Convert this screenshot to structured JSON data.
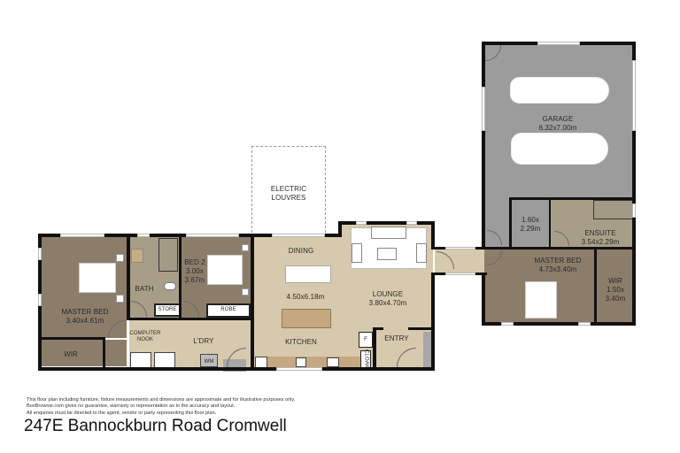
{
  "plan": {
    "address": "247E Bannockburn Road Cromwell",
    "disclaimer": [
      "This floor plan including furniture, fixture measurements and dimensions are approximate and for illustrative purposes only.",
      "BoxBrownie.com gives no guarantee, warranty or representation as to the accuracy and layout.",
      "All enquiries must be directed to the agent, vendor or party representing this floor plan."
    ],
    "colors": {
      "bedroom": "#8c7d6b",
      "wet_area": "#a89e88",
      "living": "#d7c9ad",
      "garage": "#9c9c9c",
      "walls": "#111111"
    }
  },
  "rooms": {
    "master_bed_west": {
      "name": "MASTER BED",
      "size": "3.40x4.61m"
    },
    "wir_west": {
      "name": "WIR"
    },
    "bath": {
      "name": "BATH"
    },
    "store": {
      "name": "STORE"
    },
    "bed2": {
      "name": "BED 2",
      "size_line1": "3.00x",
      "size_line2": "3.67m"
    },
    "robe": {
      "name": "ROBE"
    },
    "computer_nook": {
      "name_line1": "COMPUTER",
      "name_line2": "NOOK"
    },
    "laundry": {
      "name": "L'DRY"
    },
    "wm": {
      "name": "WM"
    },
    "electric_louvres": {
      "name_line1": "ELECTRIC",
      "name_line2": "LOUVRES"
    },
    "dining": {
      "name": "DINING",
      "size": "4.50x6.18m"
    },
    "kitchen": {
      "name": "KITCHEN"
    },
    "lounge": {
      "name": "LOUNGE",
      "size": "3.80x4.70m"
    },
    "fridge": {
      "name": "F"
    },
    "cloak": {
      "name": "CLOAK"
    },
    "entry": {
      "name": "ENTRY"
    },
    "garage": {
      "name": "GARAGE",
      "size": "6.32x7.00m"
    },
    "storage_room": {
      "size_line1": "1.60x",
      "size_line2": "2.29m"
    },
    "ensuite": {
      "name": "ENSUITE",
      "size": "3.54x2.29m"
    },
    "master_bed_east": {
      "name": "MASTER BED",
      "size": "4.73x3.40m"
    },
    "wir_east": {
      "name": "WIR",
      "size_line1": "1.50x",
      "size_line2": "3.40m"
    }
  }
}
